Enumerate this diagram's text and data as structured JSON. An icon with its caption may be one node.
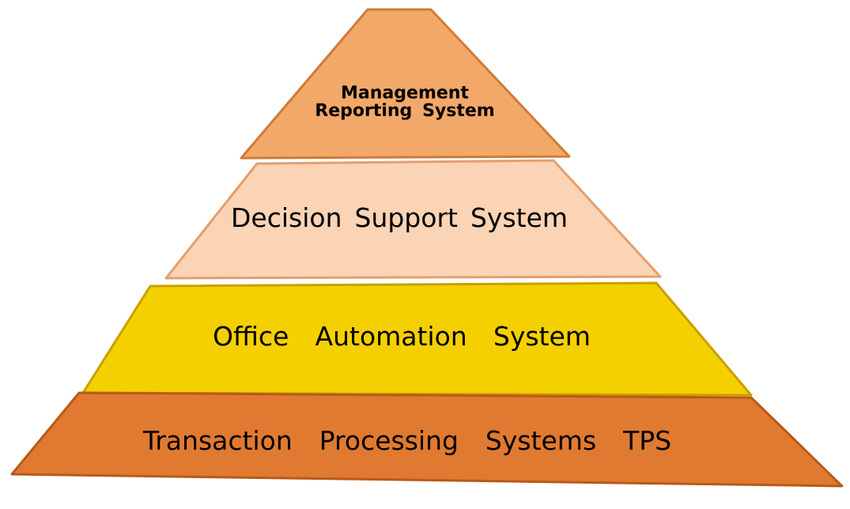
{
  "diagram": {
    "nodes": [
      {
        "text": [
          "Management Reporting System"
        ]
      },
      {
        "text": [
          "Decision Support System"
        ]
      },
      {
        "text": [
          "Office Automation System"
        ]
      },
      {
        "text": [
          "Transaction Processing Systems TPS"
        ]
      }
    ]
  }
}
